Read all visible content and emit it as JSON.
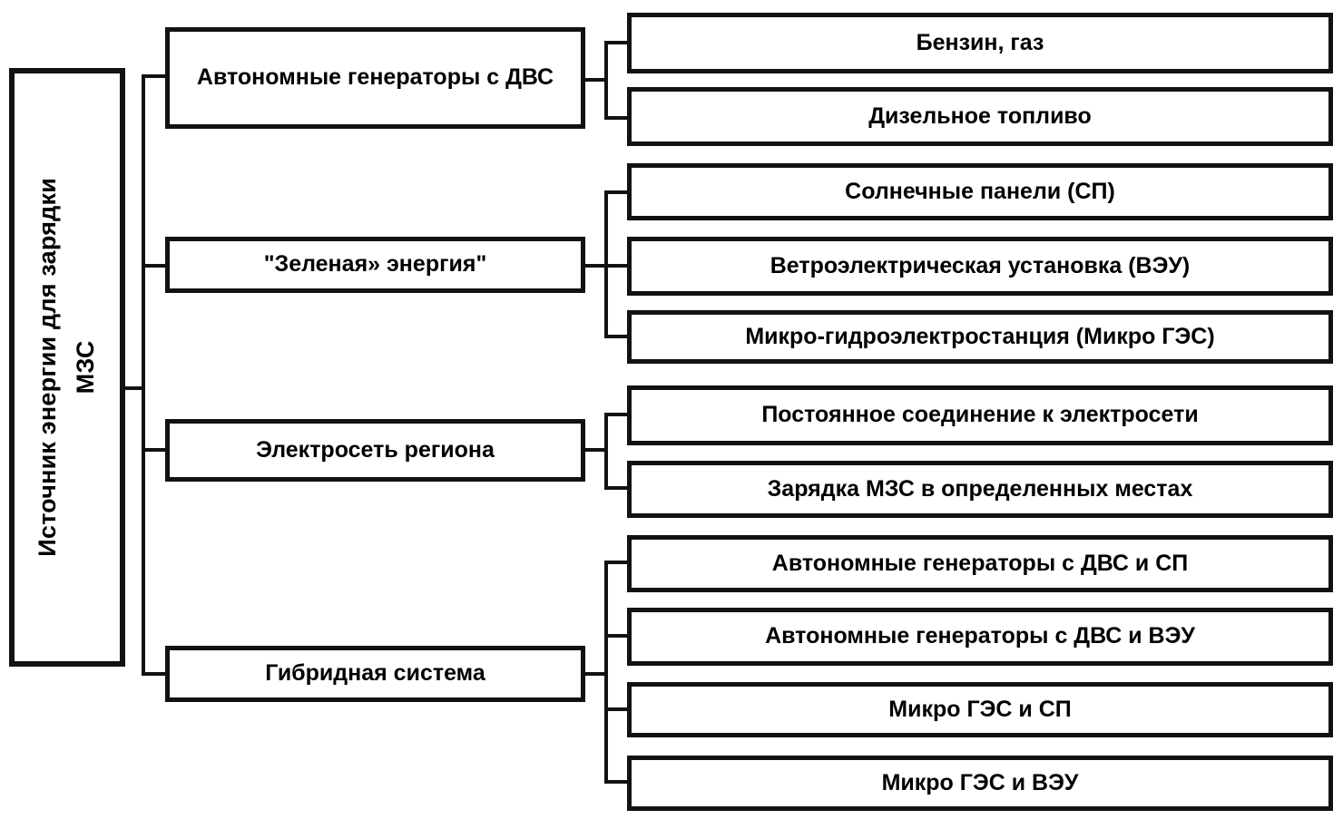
{
  "diagram": {
    "type": "tree",
    "orientation": "left-to-right",
    "title_in_root": true,
    "root": {
      "label": "Источник энергии для зарядки\nМЗС",
      "label_line1": "Источник энергии для зарядки",
      "label_line2": "МЗС",
      "text_orientation": "vertical-rotated-90-ccw"
    },
    "branches": [
      {
        "id": "ice-generators",
        "label": "Автономные генераторы с ДВС",
        "children": [
          {
            "id": "petrol-gas",
            "label": "Бензин, газ"
          },
          {
            "id": "diesel-fuel",
            "label": "Дизельное топливо"
          }
        ]
      },
      {
        "id": "green-energy",
        "label": "\"Зеленая» энергия\"",
        "children": [
          {
            "id": "solar-panels",
            "label": "Солнечные панели (СП)"
          },
          {
            "id": "wind-turbine",
            "label": "Ветроэлектрическая установка (ВЭУ)"
          },
          {
            "id": "micro-hydro",
            "label": "Микро-гидроэлектростанция (Микро ГЭС)"
          }
        ]
      },
      {
        "id": "regional-grid",
        "label": "Электросеть региона",
        "children": [
          {
            "id": "permanent-grid-connection",
            "label": "Постоянное соединение к электросети"
          },
          {
            "id": "charging-at-locations",
            "label": "Зарядка МЗС в определенных местах"
          }
        ]
      },
      {
        "id": "hybrid-system",
        "label": "Гибридная система",
        "children": [
          {
            "id": "ice-and-solar",
            "label": "Автономные генераторы с ДВС и СП"
          },
          {
            "id": "ice-and-wind",
            "label": "Автономные генераторы с ДВС и ВЭУ"
          },
          {
            "id": "hydro-and-solar",
            "label": "Микро ГЭС и СП"
          },
          {
            "id": "hydro-and-wind",
            "label": "Микро ГЭС и ВЭУ"
          }
        ]
      }
    ],
    "colors": {
      "box_border": "#121212",
      "box_fill": "#ffffff",
      "text": "#000000",
      "connector": "#121212",
      "background": "#ffffff"
    }
  }
}
